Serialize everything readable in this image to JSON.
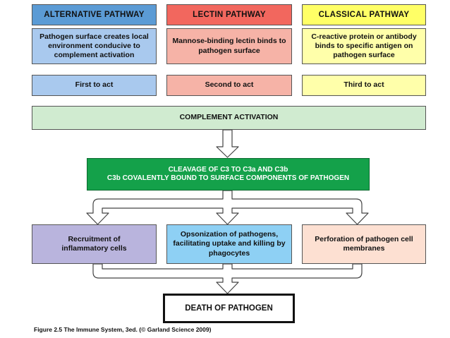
{
  "pathways": [
    {
      "name": "ALTERNATIVE PATHWAY",
      "description": "Pathogen surface creates local environment conducive to complement activation",
      "order": "First to act"
    },
    {
      "name": "LECTIN PATHWAY",
      "description": "Mannose-binding lectin binds to pathogen surface",
      "order": "Second to act"
    },
    {
      "name": "CLASSICAL PATHWAY",
      "description": "C-reactive protein or antibody binds to specific antigen on pathogen surface",
      "order": "Third to act"
    }
  ],
  "activation": "COMPLEMENT ACTIVATION",
  "cleavage": {
    "line1": "CLEAVAGE OF C3 TO C3a AND C3b",
    "line2": "C3b COVALENTLY BOUND TO SURFACE COMPONENTS OF PATHOGEN"
  },
  "outcomes": [
    "Recruitment of inflammatory cells",
    "Opsonization of pathogens, facilitating uptake and killing by phagocytes",
    "Perforation of pathogen cell membranes"
  ],
  "death": "DEATH OF PATHOGEN",
  "caption": "Figure 2.5 The Immune System, 3ed. (© Garland Science 2009)",
  "colors": {
    "alternative_header": "#5b9bd5",
    "alternative_body": "#a9c9ee",
    "lectin_header": "#f2675e",
    "lectin_body": "#f6b3a7",
    "classical_header": "#ffff66",
    "classical_body": "#ffffaa",
    "activation": "#d0ebd0",
    "cleavage": "#14a14a",
    "recruitment": "#b9b4dd",
    "opsonization": "#8ed0f4",
    "perforation": "#fde0d2"
  }
}
